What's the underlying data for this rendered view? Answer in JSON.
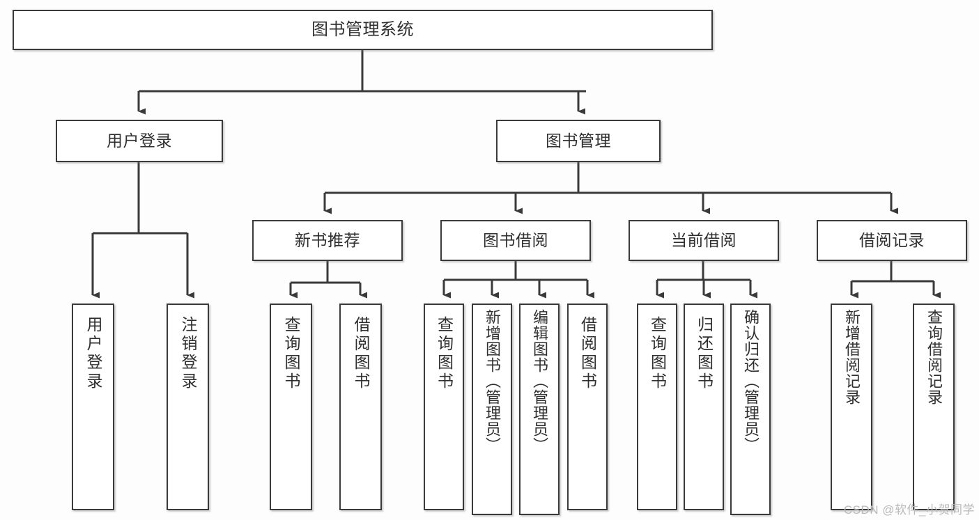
{
  "diagram": {
    "title": "图书管理系统",
    "type": "tree",
    "orientation": "top-down",
    "colors": {
      "node_border": "#3a3a3a",
      "node_fill": "#ffffff",
      "edge": "#3a3a3a",
      "text": "#2f2f2f",
      "background": "#fdfdfd",
      "watermark": "#b9b9b9"
    },
    "watermark": "CSDN @软件_小贺同学",
    "levels": {
      "root": "图书管理系统",
      "level2": [
        "用户登录",
        "图书管理"
      ],
      "level3": [
        "新书推荐",
        "图书借阅",
        "当前借阅",
        "借阅记录"
      ]
    },
    "nodes": {
      "root": {
        "label": "图书管理系统"
      },
      "user_login": {
        "label": "用户登录"
      },
      "book_manage": {
        "label": "图书管理"
      },
      "new_book_rec": {
        "label": "新书推荐"
      },
      "book_borrow": {
        "label": "图书借阅"
      },
      "current_borrow": {
        "label": "当前借阅"
      },
      "borrow_record": {
        "label": "借阅记录"
      },
      "leaf_user_login": {
        "label": "用户登录"
      },
      "leaf_logout": {
        "label": "注销登录"
      },
      "leaf_query_book_a": {
        "label": "查询图书"
      },
      "leaf_borrow_book_a": {
        "label": "借阅图书"
      },
      "leaf_query_book_b": {
        "label": "查询图书"
      },
      "leaf_add_book": {
        "label": "新增图书（管理员）"
      },
      "leaf_edit_book": {
        "label": "编辑图书（管理员）"
      },
      "leaf_borrow_book_b": {
        "label": "借阅图书"
      },
      "leaf_query_book_c": {
        "label": "查询图书"
      },
      "leaf_return_book": {
        "label": "归还图书"
      },
      "leaf_confirm_return": {
        "label": "确认归还（管理员）"
      },
      "leaf_add_record": {
        "label": "新增借阅记录"
      },
      "leaf_query_record": {
        "label": "查询借阅记录"
      }
    },
    "edges": [
      {
        "from": "root",
        "to": "用户登录"
      },
      {
        "from": "root",
        "to": "图书管理"
      },
      {
        "from": "用户登录",
        "to": "用户登录(叶)"
      },
      {
        "from": "用户登录",
        "to": "注销登录"
      },
      {
        "from": "图书管理",
        "to": "新书推荐"
      },
      {
        "from": "图书管理",
        "to": "图书借阅"
      },
      {
        "from": "图书管理",
        "to": "当前借阅"
      },
      {
        "from": "图书管理",
        "to": "借阅记录"
      },
      {
        "from": "新书推荐",
        "to": "查询图书"
      },
      {
        "from": "新书推荐",
        "to": "借阅图书"
      },
      {
        "from": "图书借阅",
        "to": "查询图书"
      },
      {
        "from": "图书借阅",
        "to": "新增图书（管理员）"
      },
      {
        "from": "图书借阅",
        "to": "编辑图书（管理员）"
      },
      {
        "from": "图书借阅",
        "to": "借阅图书"
      },
      {
        "from": "当前借阅",
        "to": "查询图书"
      },
      {
        "from": "当前借阅",
        "to": "归还图书"
      },
      {
        "from": "当前借阅",
        "to": "确认归还（管理员）"
      },
      {
        "from": "借阅记录",
        "to": "新增借阅记录"
      },
      {
        "from": "借阅记录",
        "to": "查询借阅记录"
      }
    ]
  }
}
